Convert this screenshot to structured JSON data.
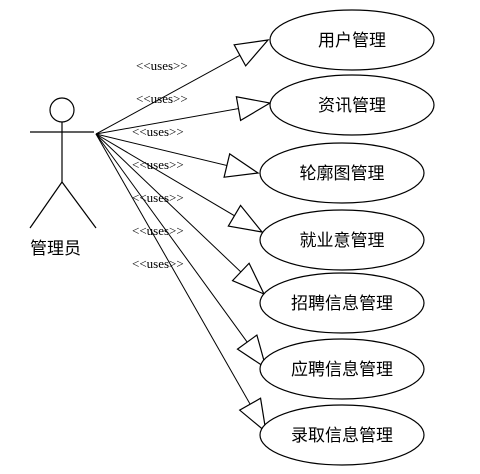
{
  "diagram": {
    "actor": {
      "name": "管理员"
    },
    "relation_label": "<<uses>>",
    "use_cases": [
      {
        "label": "用户管理"
      },
      {
        "label": "资讯管理"
      },
      {
        "label": "轮廓图管理"
      },
      {
        "label": "就业意管理"
      },
      {
        "label": "招聘信息管理"
      },
      {
        "label": "应聘信息管理"
      },
      {
        "label": "录取信息管理"
      }
    ]
  }
}
